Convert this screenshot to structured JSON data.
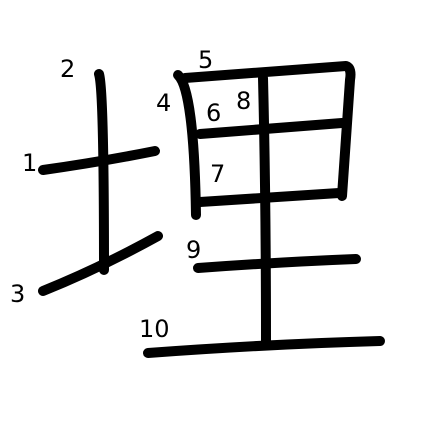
{
  "character": "埋",
  "stroke_numbers": [
    "1",
    "2",
    "3",
    "4",
    "5",
    "6",
    "7",
    "8",
    "9",
    "10"
  ],
  "colors": {
    "ink": "#000000",
    "background": "#ffffff"
  }
}
